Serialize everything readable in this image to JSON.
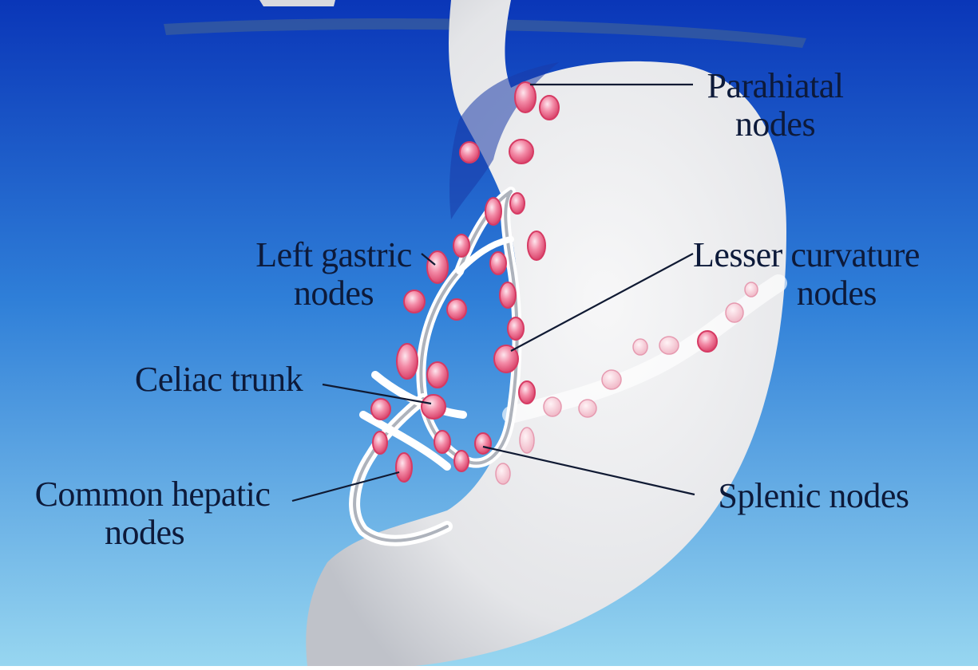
{
  "colors": {
    "background_top": "#0b3fc4",
    "background_bottom": "#8fd0ef",
    "stomach": "#ededee",
    "stomach_shade": "#c9cbd0",
    "node_fill": "#f07a98",
    "node_stroke": "#d63a63",
    "label_text": "#0d1a3a",
    "leader_line": "#101a33"
  },
  "labels": {
    "parahiatal": {
      "line1": "Parahiatal",
      "line2": "nodes"
    },
    "left_gastric": {
      "line1": "Left gastric",
      "line2": "nodes"
    },
    "lesser_curvature": {
      "line1": "Lesser curvature",
      "line2": "nodes"
    },
    "celiac_trunk": {
      "line1": "Celiac trunk"
    },
    "common_hepatic": {
      "line1": "Common hepatic",
      "line2": "nodes"
    },
    "splenic": {
      "line1": "Splenic nodes"
    }
  }
}
